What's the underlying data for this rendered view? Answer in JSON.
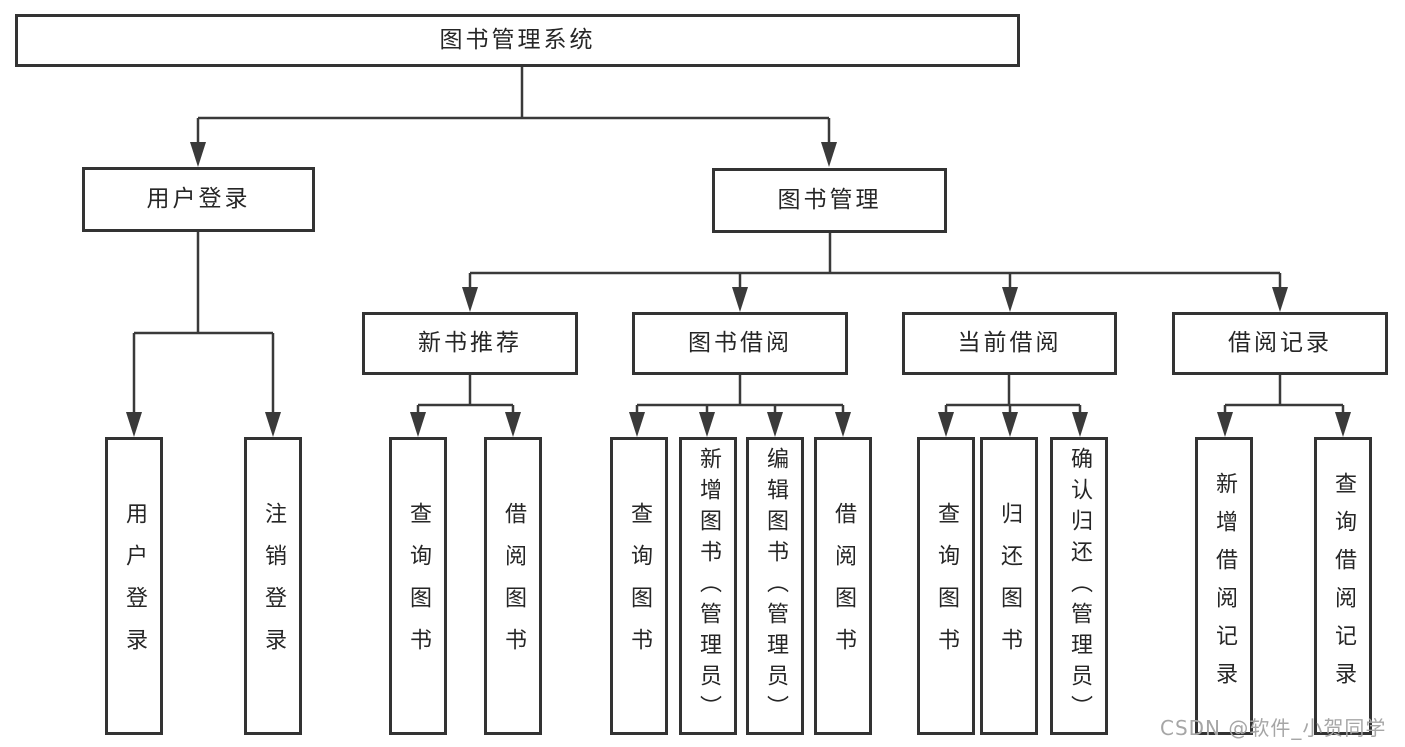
{
  "nodes": {
    "root": {
      "label": "图书管理系统"
    },
    "level2": [
      {
        "label": "用户登录"
      },
      {
        "label": "图书管理"
      }
    ],
    "level3": [
      {
        "label": "新书推荐"
      },
      {
        "label": "图书借阅"
      },
      {
        "label": "当前借阅"
      },
      {
        "label": "借阅记录"
      }
    ],
    "leaves": [
      {
        "label": "用户登录"
      },
      {
        "label": "注销登录"
      },
      {
        "label": "查询图书"
      },
      {
        "label": "借阅图书"
      },
      {
        "label": "查询图书"
      },
      {
        "label": "新增图书（管理员）"
      },
      {
        "label": "编辑图书（管理员）"
      },
      {
        "label": "借阅图书"
      },
      {
        "label": "查询图书"
      },
      {
        "label": "归还图书"
      },
      {
        "label": "确认归还（管理员）"
      },
      {
        "label": "新增借阅记录"
      },
      {
        "label": "查询借阅记录"
      }
    ]
  },
  "watermark": {
    "text": "CSDN @软件_小贺同学"
  },
  "colors": {
    "line": "#3a3a3a",
    "border": "#333333",
    "text": "#262626",
    "watermark": "#a6a6a6",
    "background": "#ffffff"
  }
}
